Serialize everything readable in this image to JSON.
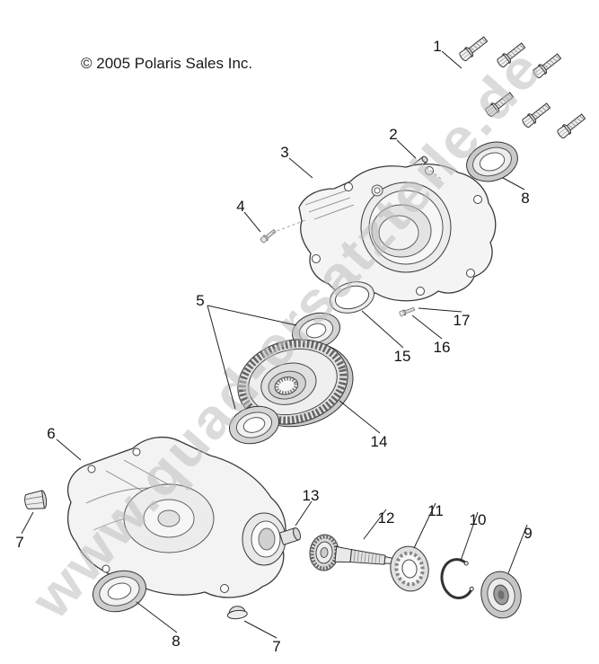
{
  "copyright": "© 2005 Polaris Sales Inc.",
  "watermark": "www.quad-ersatzteile.de",
  "callouts": [
    {
      "id": "1",
      "label": "1"
    },
    {
      "id": "2",
      "label": "2"
    },
    {
      "id": "3",
      "label": "3"
    },
    {
      "id": "4",
      "label": "4"
    },
    {
      "id": "5",
      "label": "5"
    },
    {
      "id": "6",
      "label": "6"
    },
    {
      "id": "7-left",
      "label": "7"
    },
    {
      "id": "7-bottom",
      "label": "7"
    },
    {
      "id": "8-top",
      "label": "8"
    },
    {
      "id": "8-bottom",
      "label": "8"
    },
    {
      "id": "9",
      "label": "9"
    },
    {
      "id": "10",
      "label": "10"
    },
    {
      "id": "11",
      "label": "11"
    },
    {
      "id": "12",
      "label": "12"
    },
    {
      "id": "13",
      "label": "13"
    },
    {
      "id": "14",
      "label": "14"
    },
    {
      "id": "15",
      "label": "15"
    },
    {
      "id": "16",
      "label": "16"
    },
    {
      "id": "17",
      "label": "17"
    }
  ],
  "colors": {
    "line": "#333333",
    "fill_light": "#f2f2f2",
    "fill_mid": "#d9d9d9",
    "watermark": "#bfbfbf",
    "background": "#ffffff"
  }
}
